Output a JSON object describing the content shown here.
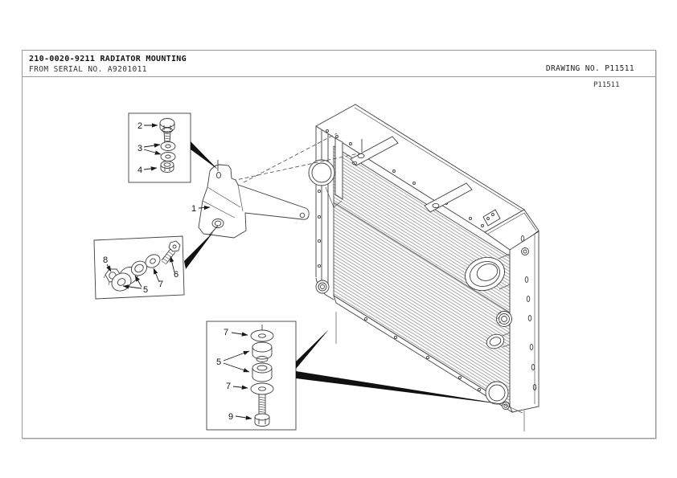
{
  "page": {
    "title": "210-0020-9211 RADIATOR MOUNTING",
    "subtitle": "FROM SERIAL NO. A9201011",
    "drawing_no": "DRAWING NO. P11511",
    "figure_label": "P11511"
  },
  "callouts": [
    {
      "part": "2"
    },
    {
      "part": "3"
    },
    {
      "part": "4"
    },
    {
      "part": "1"
    },
    {
      "part": "8"
    },
    {
      "part": "5"
    },
    {
      "part": "7"
    },
    {
      "part": "6"
    },
    {
      "part": "7"
    },
    {
      "part": "5"
    },
    {
      "part": "7"
    },
    {
      "part": "9"
    }
  ],
  "colors": {
    "line": "#3f3f3f",
    "border": "#9a9a9a",
    "text": "#111111",
    "arrow": "#111111",
    "hatch": "#8a8a8a"
  }
}
